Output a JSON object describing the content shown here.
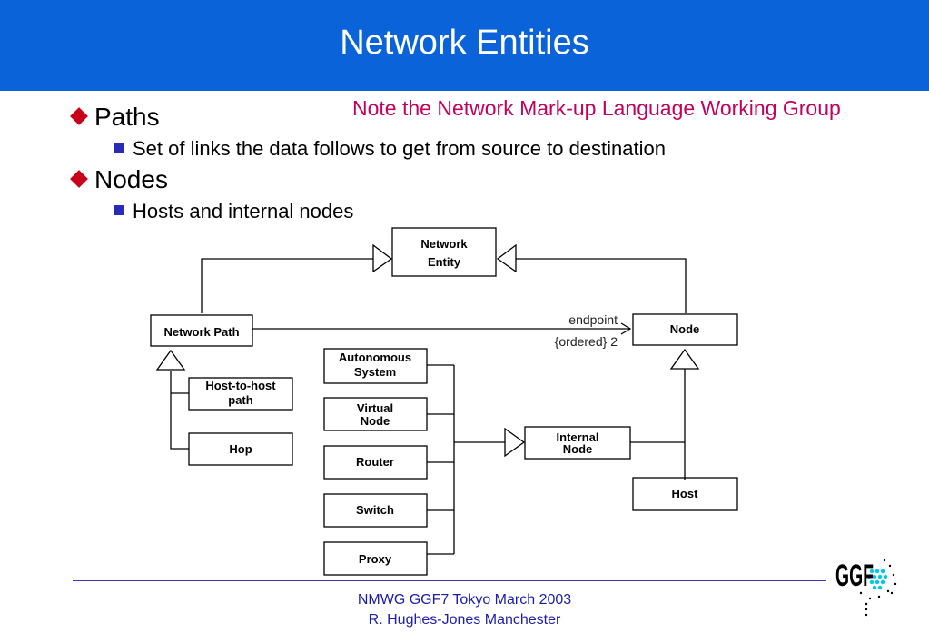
{
  "header": {
    "title": "Network Entities",
    "bg_color": "#0a63d8"
  },
  "note": "Note the Network Mark-up Language Working Group",
  "bullets": [
    {
      "label": "Paths",
      "sub": "Set of links the data follows to get from source to destination"
    },
    {
      "label": "Nodes",
      "sub": "Hosts and internal nodes"
    }
  ],
  "diagram": {
    "network_entity": [
      "Network",
      "Entity"
    ],
    "network_path": "Network Path",
    "node": "Node",
    "endpoint_label": "endpoint",
    "multiplicity_label": "{ordered} 2",
    "host_to_host_path": [
      "Host-to-host",
      "path"
    ],
    "hop": "Hop",
    "autonomous_system": [
      "Autonomous",
      "System"
    ],
    "virtual_node": [
      "Virtual",
      "Node"
    ],
    "router": "Router",
    "switch": "Switch",
    "proxy": "Proxy",
    "internal_node": [
      "Internal",
      "Node"
    ],
    "host": "Host"
  },
  "footer": {
    "line1": "NMWG GGF7 Tokyo March 2003",
    "line2": "R. Hughes-Jones  Manchester"
  },
  "logo": {
    "text": "GGF",
    "icon": "ggf-logo"
  }
}
